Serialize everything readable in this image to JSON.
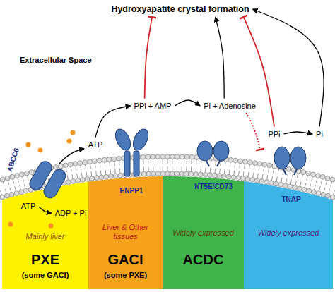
{
  "diagram": {
    "nodes": [
      {
        "text": [
          "Hydroxyapatite crystal formation"
        ]
      },
      {
        "text": [
          "ATP"
        ]
      },
      {
        "text": [
          "PPi + AMP"
        ]
      },
      {
        "text": [
          "Pi + Adenosine"
        ]
      },
      {
        "text": [
          "PPi"
        ]
      },
      {
        "text": [
          "Pi"
        ]
      },
      {
        "text": [
          "ATP"
        ]
      },
      {
        "text": [
          "ADP + Pi"
        ]
      },
      {
        "text": [
          "Mainly liver",
          "PXE",
          "(some GACI)"
        ]
      },
      {
        "text": [
          "Liver & Other tissues",
          "GACI",
          "(some PXE)"
        ]
      },
      {
        "text": [
          "Widely expressed",
          "ACDC"
        ]
      },
      {
        "text": [
          "Widely expressed"
        ]
      }
    ],
    "edges": [
      {
        "from": 1,
        "to": 2,
        "arrow": "to"
      },
      {
        "from": 2,
        "to": 3,
        "arrow": "to"
      },
      {
        "from": 2,
        "to": 0,
        "arrow": "to"
      },
      {
        "from": 3,
        "to": 0,
        "arrow": "to"
      },
      {
        "from": 4,
        "to": 0,
        "arrow": "to"
      },
      {
        "from": 5,
        "to": 0,
        "arrow": "to"
      },
      {
        "from": 4,
        "to": 5,
        "arrow": "to"
      },
      {
        "from": 6,
        "to": 7,
        "arrow": "to"
      }
    ],
    "labels": [
      "Extracellular Space",
      "ABCC6",
      "ENPP1",
      "NT5E/CD73",
      "TNAP"
    ]
  }
}
